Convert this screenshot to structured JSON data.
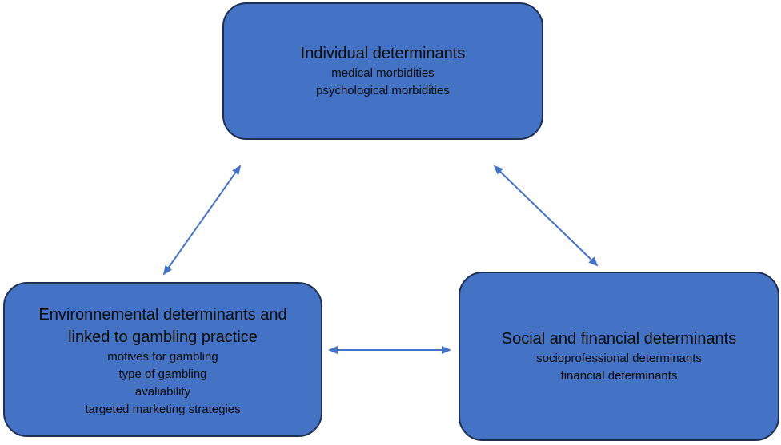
{
  "boxes": {
    "individual": {
      "title": "Individual determinants",
      "items": [
        "medical morbidities",
        "psychological morbidities"
      ]
    },
    "environmental": {
      "title_line1": "Environnemental determinants and",
      "title_line2": "linked to gambling practice",
      "items": [
        "motives for gambling",
        "type of gambling",
        "avaliability",
        "targeted marketing strategies"
      ]
    },
    "social": {
      "title": "Social and financial determinants",
      "items": [
        "socioprofessional determinants",
        "financial determinants"
      ]
    }
  },
  "colors": {
    "box_fill": "#4472C4",
    "box_border": "#1f2f52",
    "arrow": "#4472C4"
  }
}
